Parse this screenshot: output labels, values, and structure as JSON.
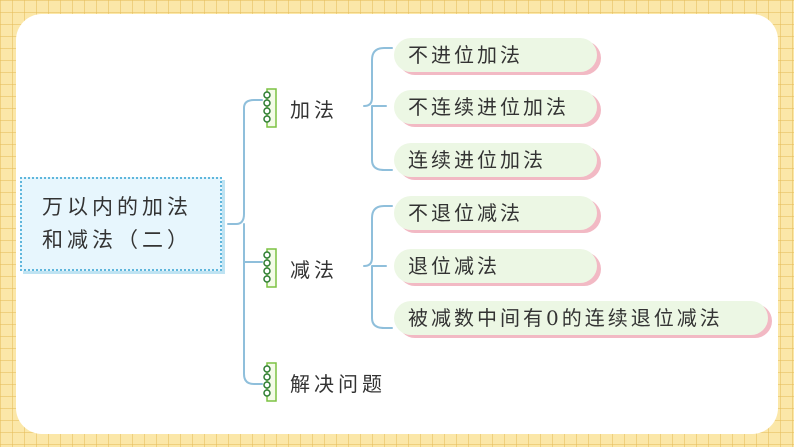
{
  "root": {
    "line1": "万以内的加法",
    "line2": "和减法（二）"
  },
  "branches": [
    {
      "label": "加法",
      "leaves": [
        "不进位加法",
        "不连续进位加法",
        "连续进位加法"
      ]
    },
    {
      "label": "减法",
      "leaves": [
        "不退位减法",
        "退位减法",
        "被减数中间有0的连续退位减法"
      ]
    },
    {
      "label": "解决问题",
      "leaves": []
    }
  ],
  "colors": {
    "background": "#fbe7a8",
    "connector": "#8fbfdb",
    "leaf_fill": "#ecf7e4",
    "leaf_shadow": "#f2b9c4",
    "spiral": "#7cc242",
    "root_fill": "#e7f6fd",
    "root_border": "#5fb6dc"
  }
}
